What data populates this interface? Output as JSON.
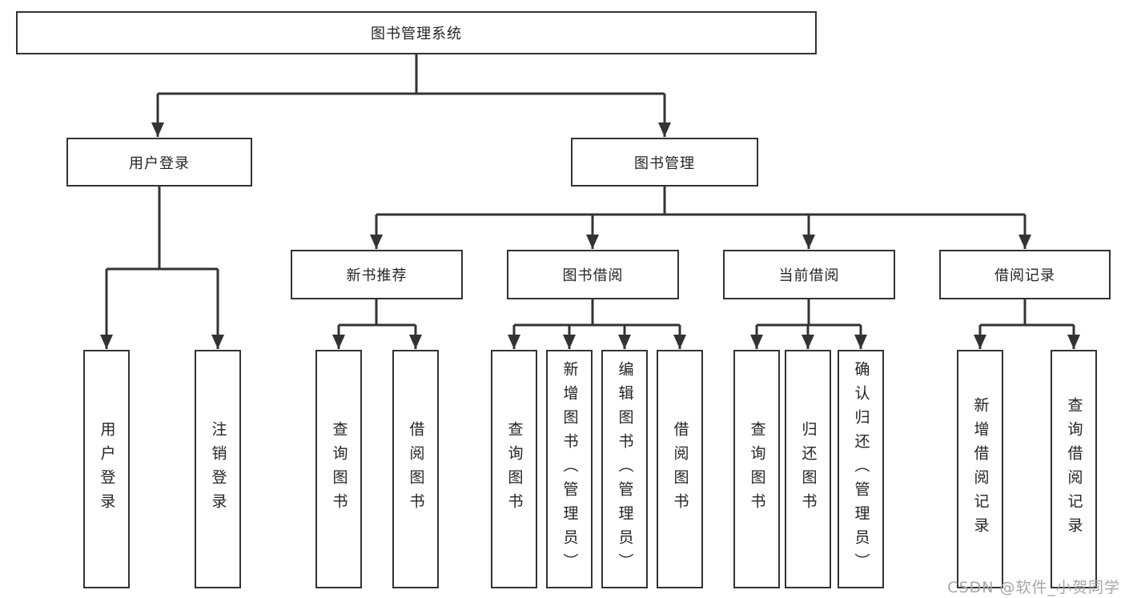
{
  "diagram": {
    "type": "hierarchy-tree",
    "colors": {
      "line": "#333333",
      "box_border": "#333333",
      "box_fill": "#ffffff",
      "text": "#242424",
      "watermark": "#a6a6a6",
      "background": "#ffffff"
    },
    "watermark": "CSDN @软件_小贺同学",
    "nodes": {
      "root": {
        "label": "图书管理系统"
      },
      "user_login": {
        "label": "用户登录"
      },
      "book_management": {
        "label": "图书管理"
      },
      "new_book_recommend": {
        "label": "新书推荐"
      },
      "book_borrow": {
        "label": "图书借阅"
      },
      "current_borrow": {
        "label": "当前借阅"
      },
      "borrow_record": {
        "label": "借阅记录"
      },
      "leaves": {
        "ul_user_login": {
          "label": "用户登录"
        },
        "ul_logout": {
          "label": "注销登录"
        },
        "nbr_query_book": {
          "label": "查询图书"
        },
        "nbr_borrow_book": {
          "label": "借阅图书"
        },
        "bb_query_book": {
          "label": "查询图书"
        },
        "bb_add_book": {
          "label": "新增图书（管理员）"
        },
        "bb_edit_book": {
          "label": "编辑图书（管理员）"
        },
        "bb_borrow_book": {
          "label": "借阅图书"
        },
        "cb_query_book": {
          "label": "查询图书"
        },
        "cb_return_book": {
          "label": "归还图书"
        },
        "cb_confirm_return": {
          "label": "确认归还（管理员）"
        },
        "br_add_record": {
          "label": "新增借阅记录"
        },
        "br_query_record": {
          "label": "查询借阅记录"
        }
      }
    },
    "hierarchy": {
      "图书管理系统": {
        "用户登录": [
          "用户登录",
          "注销登录"
        ],
        "图书管理": {
          "新书推荐": [
            "查询图书",
            "借阅图书"
          ],
          "图书借阅": [
            "查询图书",
            "新增图书（管理员）",
            "编辑图书（管理员）",
            "借阅图书"
          ],
          "当前借阅": [
            "查询图书",
            "归还图书",
            "确认归还（管理员）"
          ],
          "借阅记录": [
            "新增借阅记录",
            "查询借阅记录"
          ]
        }
      }
    }
  }
}
